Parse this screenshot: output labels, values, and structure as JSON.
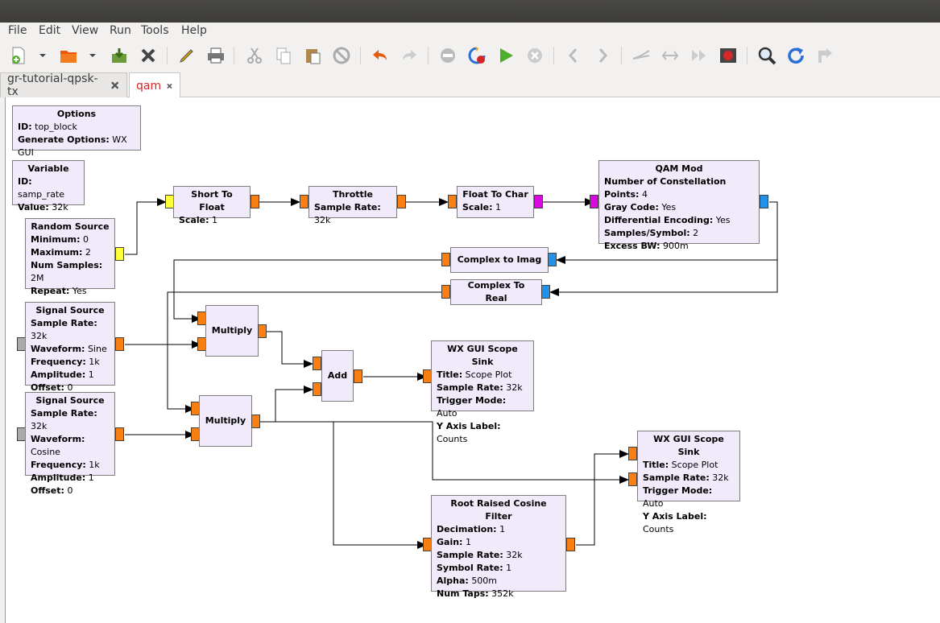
{
  "menu": [
    "File",
    "Edit",
    "View",
    "Run",
    "Tools",
    "Help"
  ],
  "toolbar": {
    "icons": [
      "new-file-icon",
      "open-file-icon",
      "save-icon",
      "close-icon",
      "edit-icon",
      "print-icon",
      "cut-icon",
      "copy-icon",
      "paste-icon",
      "delete-icon",
      "undo-icon",
      "redo-icon",
      "disable-icon",
      "generate-icon",
      "execute-icon",
      "stop-icon",
      "rotate-left-icon",
      "rotate-right-icon",
      "bypass-icon",
      "enable-icon",
      "forward-icon",
      "kill-icon",
      "find-icon",
      "reload-icon",
      "move-icon"
    ]
  },
  "tabs": [
    {
      "label": "gr-tutorial-qpsk-tx",
      "active": false
    },
    {
      "label": "qam",
      "active": true
    }
  ],
  "blocks": {
    "options": {
      "title": "Options",
      "rows": [
        [
          "ID:",
          "top_block"
        ],
        [
          "Generate Options:",
          "WX GUI"
        ]
      ]
    },
    "variable": {
      "title": "Variable",
      "rows": [
        [
          "ID:",
          "samp_rate"
        ],
        [
          "Value:",
          "32k"
        ]
      ]
    },
    "random_source": {
      "title": "Random Source",
      "rows": [
        [
          "Minimum:",
          "0"
        ],
        [
          "Maximum:",
          "2"
        ],
        [
          "Num Samples:",
          "2M"
        ],
        [
          "Repeat:",
          "Yes"
        ]
      ]
    },
    "short_to_float": {
      "title": "Short To Float",
      "rows": [
        [
          "Scale:",
          "1"
        ]
      ]
    },
    "throttle": {
      "title": "Throttle",
      "rows": [
        [
          "Sample Rate:",
          "32k"
        ]
      ]
    },
    "float_to_char": {
      "title": "Float To Char",
      "rows": [
        [
          "Scale:",
          "1"
        ]
      ]
    },
    "qam_mod": {
      "title": "QAM Mod",
      "rows": [
        [
          "Number of Constellation Points:",
          "4"
        ],
        [
          "Gray Code:",
          "Yes"
        ],
        [
          "Differential Encoding:",
          "Yes"
        ],
        [
          "Samples/Symbol:",
          "2"
        ],
        [
          "Excess BW:",
          "900m"
        ]
      ]
    },
    "complex_to_imag": {
      "title": "Complex to Imag"
    },
    "complex_to_real": {
      "title": "Complex To Real"
    },
    "signal_source_1": {
      "title": "Signal Source",
      "rows": [
        [
          "Sample Rate:",
          "32k"
        ],
        [
          "Waveform:",
          "Sine"
        ],
        [
          "Frequency:",
          "1k"
        ],
        [
          "Amplitude:",
          "1"
        ],
        [
          "Offset:",
          "0"
        ]
      ]
    },
    "signal_source_2": {
      "title": "Signal Source",
      "rows": [
        [
          "Sample Rate:",
          "32k"
        ],
        [
          "Waveform:",
          "Cosine"
        ],
        [
          "Frequency:",
          "1k"
        ],
        [
          "Amplitude:",
          "1"
        ],
        [
          "Offset:",
          "0"
        ]
      ]
    },
    "multiply_1": {
      "title": "Multiply"
    },
    "multiply_2": {
      "title": "Multiply"
    },
    "add": {
      "title": "Add"
    },
    "scope_sink_1": {
      "title": "WX GUI Scope Sink",
      "rows": [
        [
          "Title:",
          "Scope Plot"
        ],
        [
          "Sample Rate:",
          "32k"
        ],
        [
          "Trigger Mode:",
          "Auto"
        ],
        [
          "Y Axis Label:",
          "Counts"
        ]
      ]
    },
    "scope_sink_2": {
      "title": "WX GUI Scope Sink",
      "rows": [
        [
          "Title:",
          "Scope Plot"
        ],
        [
          "Sample Rate:",
          "32k"
        ],
        [
          "Trigger Mode:",
          "Auto"
        ],
        [
          "Y Axis Label:",
          "Counts"
        ]
      ]
    },
    "rrc_filter": {
      "title": "Root Raised Cosine Filter",
      "rows": [
        [
          "Decimation:",
          "1"
        ],
        [
          "Gain:",
          "1"
        ],
        [
          "Sample Rate:",
          "32k"
        ],
        [
          "Symbol Rate:",
          "1"
        ],
        [
          "Alpha:",
          "500m"
        ],
        [
          "Num Taps:",
          "352k"
        ]
      ]
    }
  },
  "colors": {
    "block_fill": "#f0eafb",
    "port_short": "#ffff3a",
    "port_float": "#f97f12",
    "port_char": "#d80ae0",
    "port_complex": "#2391e7",
    "port_disabled": "#aaaaaa",
    "active_tab_text": "#d42727"
  }
}
